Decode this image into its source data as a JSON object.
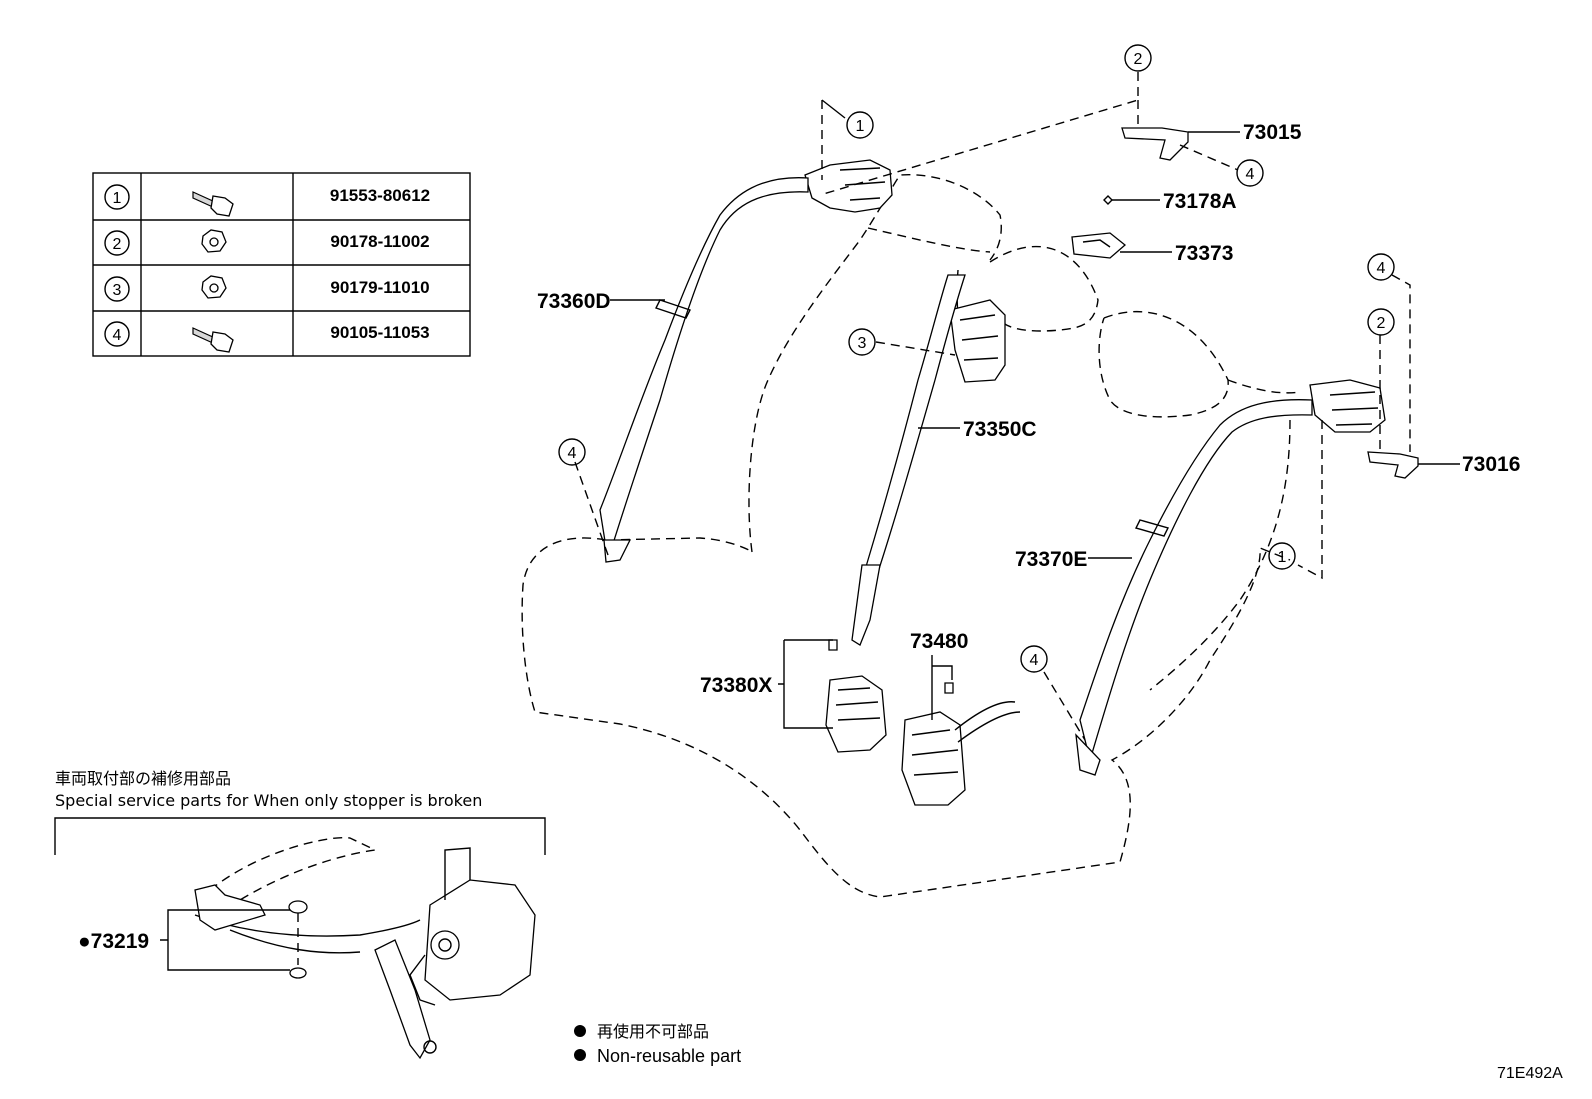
{
  "fastener_table": [
    {
      "ref": "1",
      "icon": "bolt-icon",
      "part_no": "91553-80612"
    },
    {
      "ref": "2",
      "icon": "nut-icon",
      "part_no": "90178-11002"
    },
    {
      "ref": "3",
      "icon": "nut-icon",
      "part_no": "90179-11010"
    },
    {
      "ref": "4",
      "icon": "bolt-icon",
      "part_no": "90105-11053"
    }
  ],
  "callouts": {
    "c1": "1",
    "c2": "2",
    "c3": "3",
    "c4": "4"
  },
  "part_labels": {
    "p73015": "73015",
    "p73178A": "73178A",
    "p73373": "73373",
    "p73360D": "73360D",
    "p73350C": "73350C",
    "p73016": "73016",
    "p73370E": "73370E",
    "p73380X": "73380X",
    "p73480": "73480",
    "p73219": "●73219"
  },
  "special_parts": {
    "title_jp": "車両取付部の補修用部品",
    "title_en": "Special service parts for When only stopper is broken"
  },
  "legend": {
    "jp": "再使用不可部品",
    "en": "Non-reusable part"
  },
  "diagram_code": "71E492A"
}
